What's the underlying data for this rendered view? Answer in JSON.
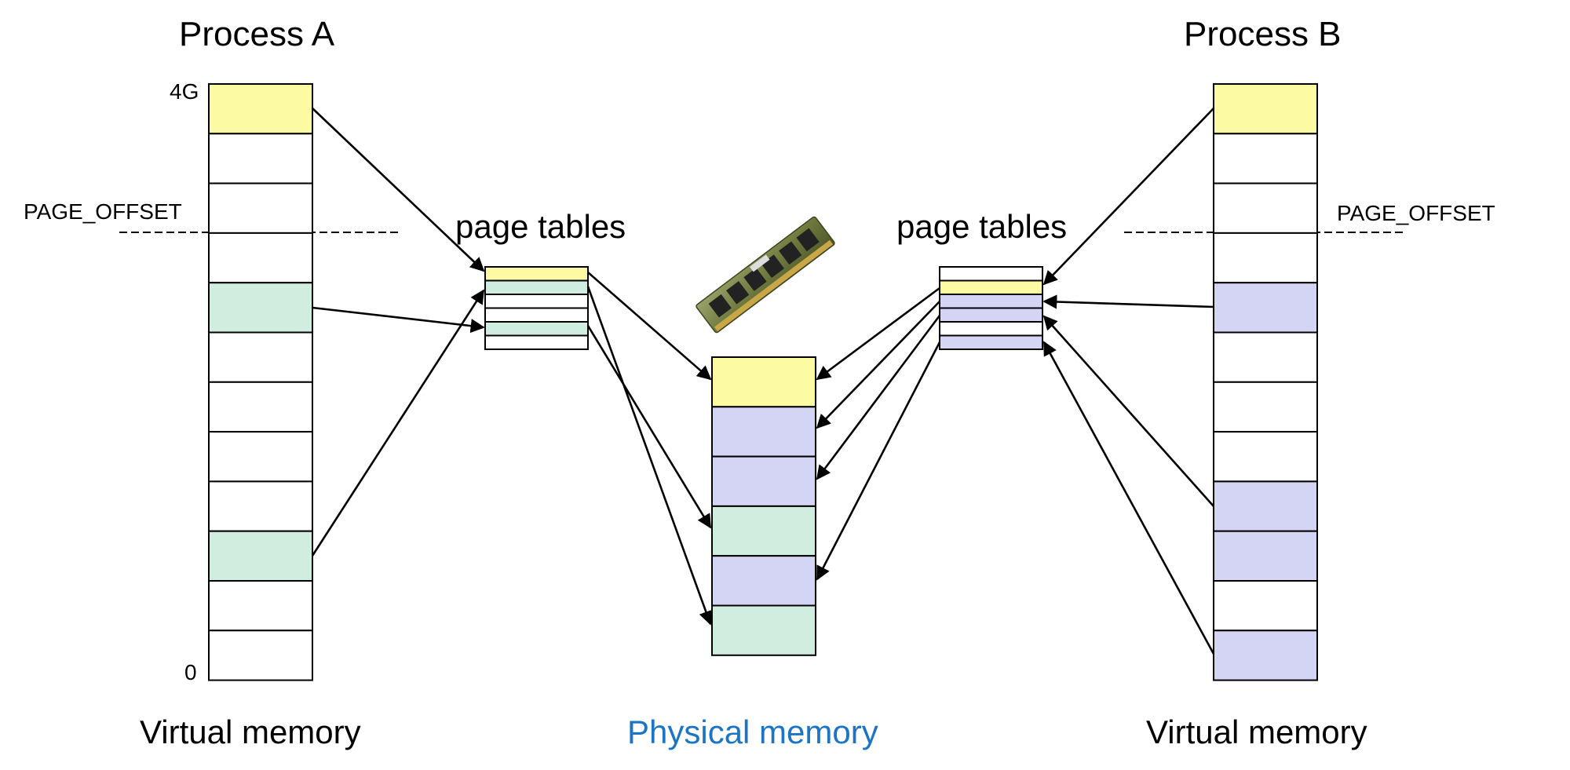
{
  "process_a": {
    "title": "Process A",
    "top_label": "4G",
    "bottom_label": "0",
    "offset_label": "PAGE_OFFSET",
    "caption": "Virtual memory",
    "pages": [
      "kernel",
      "empty",
      "empty",
      "empty",
      "user",
      "empty",
      "empty",
      "empty",
      "empty",
      "user",
      "empty",
      "empty"
    ]
  },
  "process_b": {
    "title": "Process B",
    "offset_label": "PAGE_OFFSET",
    "caption": "Virtual memory",
    "pages": [
      "kernel",
      "empty",
      "empty",
      "empty",
      "b-user",
      "empty",
      "empty",
      "empty",
      "b-user",
      "b-user",
      "empty",
      "b-user"
    ]
  },
  "page_tables_a": {
    "label": "page tables",
    "entries": [
      "kernel",
      "user",
      "empty",
      "empty",
      "user",
      "empty"
    ]
  },
  "page_tables_b": {
    "label": "page tables",
    "entries": [
      "empty",
      "kernel",
      "b-user",
      "b-user",
      "empty",
      "b-user"
    ]
  },
  "physical": {
    "caption": "Physical memory",
    "frames": [
      "kernel",
      "b-user",
      "b-user",
      "user",
      "b-user",
      "user"
    ]
  },
  "memory_module_icon": "ram-stick-icon",
  "colors": {
    "kernel": "#fdfaa4",
    "user": "#d0eedf",
    "b-user": "#d4d4f4",
    "empty": "#ffffff",
    "caption_accent": "#1c74c4",
    "stroke": "#000000"
  }
}
